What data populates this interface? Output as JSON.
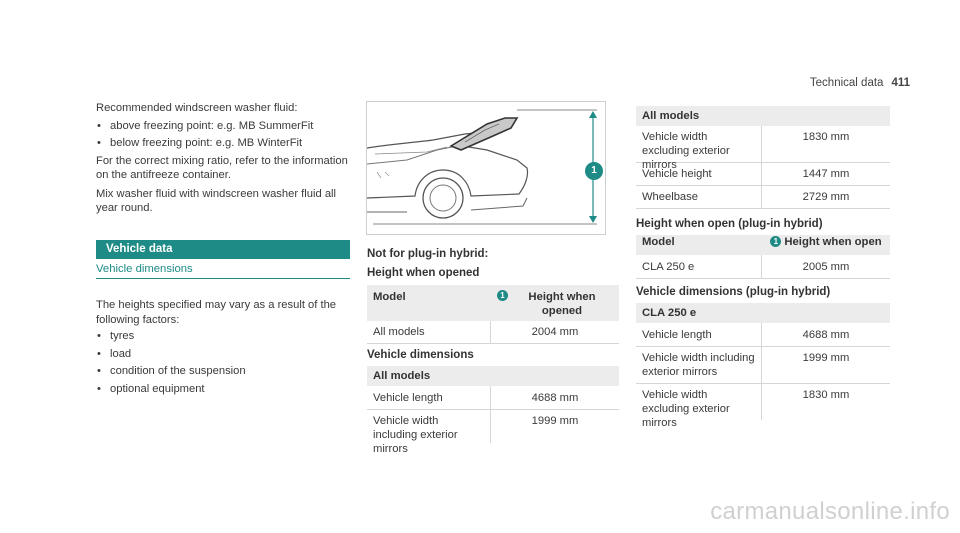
{
  "header": {
    "section": "Technical data",
    "page_number": "411"
  },
  "left": {
    "intro": "Recommended windscreen washer fluid:",
    "fluid_bullets": [
      "above freezing point: e.g. MB SummerFit",
      "below freezing point: e.g. MB WinterFit"
    ],
    "mixing_note": "For the correct mixing ratio, refer to the information on the antifreeze container.",
    "mix_note": "Mix washer fluid with windscreen washer fluid all year round.",
    "section_bar": "Vehicle data",
    "subhead": "Vehicle dimensions",
    "heights_note": "The heights specified may vary as a result of the following factors:",
    "factors": [
      "tyres",
      "load",
      "condition of the suspension",
      "optional equipment"
    ]
  },
  "middle": {
    "figure_callout": "1",
    "not_plugin_head": "Not for plug-in hybrid:",
    "height_opened_head": "Height when opened",
    "table1": {
      "col1": "Model",
      "col2_badge": "1",
      "col2": "Height when opened",
      "rows": [
        [
          "All models",
          "2004 mm"
        ]
      ]
    },
    "dims_head": "Vehicle dimensions",
    "table2": {
      "header": "All models",
      "rows": [
        [
          "Vehicle length",
          "4688 mm"
        ],
        [
          "Vehicle width including exterior mirrors",
          "1999 mm"
        ]
      ]
    }
  },
  "right": {
    "table3": {
      "header": "All models",
      "rows": [
        [
          "Vehicle width excluding exterior mirrors",
          "1830 mm"
        ],
        [
          "Vehicle height",
          "1447 mm"
        ],
        [
          "Wheelbase",
          "2729 mm"
        ]
      ]
    },
    "height_open_hybrid_head": "Height when open (plug-in hybrid)",
    "table4": {
      "col1": "Model",
      "col2_badge": "1",
      "col2": "Height when open",
      "rows": [
        [
          "CLA 250 e",
          "2005 mm"
        ]
      ]
    },
    "dims_hybrid_head": "Vehicle dimensions (plug-in hybrid)",
    "table5": {
      "header": "CLA 250 e",
      "rows": [
        [
          "Vehicle length",
          "4688 mm"
        ],
        [
          "Vehicle width including exterior mirrors",
          "1999 mm"
        ],
        [
          "Vehicle width excluding exterior mirrors",
          "1830 mm"
        ]
      ]
    }
  },
  "watermark": "carmanualsonline.info",
  "colors": {
    "accent": "#1e8b86",
    "table_header_bg": "#ececec",
    "rule": "#d6d6d6"
  }
}
